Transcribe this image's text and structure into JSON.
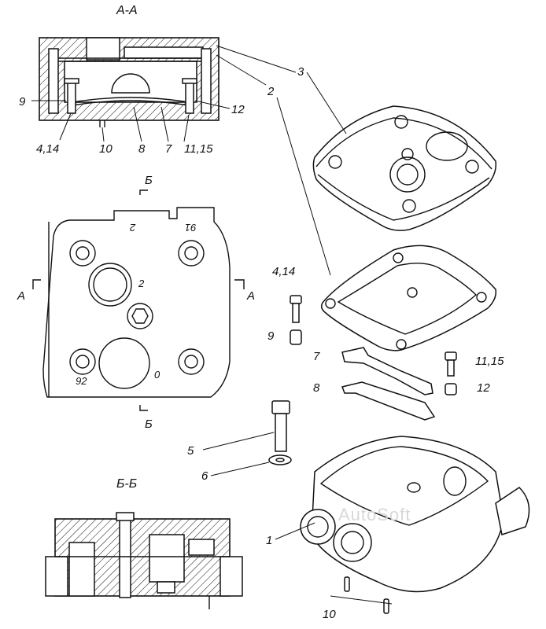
{
  "views": {
    "section_aa": "А-А",
    "section_bb": "Б-Б"
  },
  "section_marks": {
    "a_left": "А",
    "a_right": "А",
    "b_top": "Б",
    "b_bottom": "Б"
  },
  "plan_markings": {
    "top_left": "2",
    "top_right": "91",
    "center": "2",
    "bottom_left": "92",
    "bottom_right": "0"
  },
  "callouts": {
    "p1": "1",
    "p2": "2",
    "p3": "3",
    "p4_14_left": "4,14",
    "p4_14_exploded": "4,14",
    "p5": "5",
    "p6": "6",
    "p7_left": "7",
    "p7_exploded": "7",
    "p8_left": "8",
    "p8_exploded": "8",
    "p9_left": "9",
    "p9_exploded": "9",
    "p10_left": "10",
    "p10_exploded": "10",
    "p11_15_left": "11,15",
    "p11_15_exploded": "11,15",
    "p12_left": "12",
    "p12_exploded": "12"
  },
  "watermark": "AutoSoft"
}
